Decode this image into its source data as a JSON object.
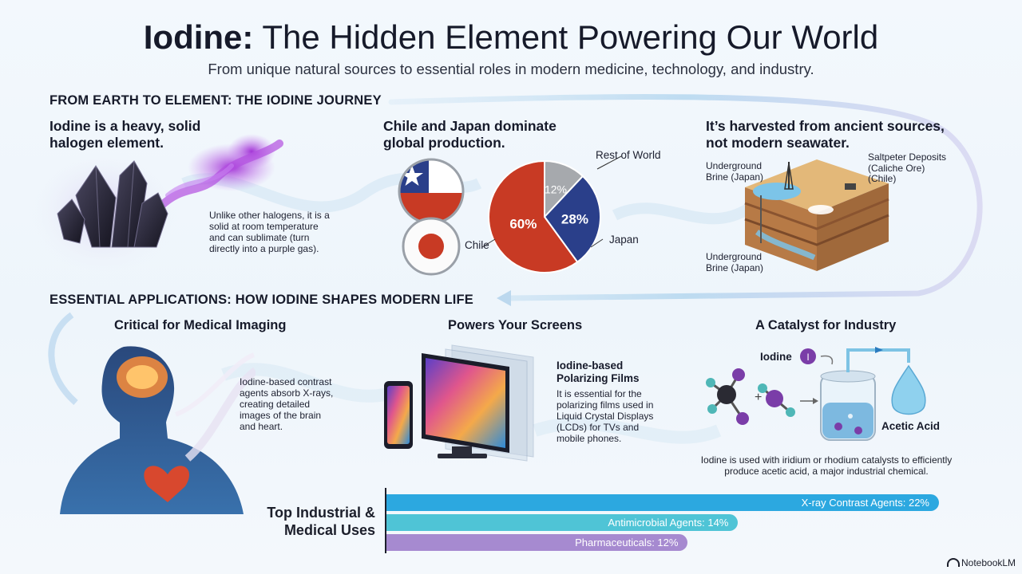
{
  "title": {
    "bold": "Iodine:",
    "rest": " The Hidden Element Powering Our World"
  },
  "subtitle": "From unique natural sources to essential roles in modern medicine, technology, and industry.",
  "journey": {
    "heading": "FROM EARTH TO ELEMENT: THE IODINE JOURNEY",
    "col1": {
      "heading_line1": "Iodine is a heavy, solid",
      "heading_line2": "halogen element.",
      "body": [
        "Unlike other halogens, it is a",
        "solid at room temperature",
        "and can sublimate (turn",
        "directly into a purple gas)."
      ]
    },
    "col2": {
      "heading_line1": "Chile and Japan dominate",
      "heading_line2": "global production.",
      "label_chile": "Chile",
      "label_japan": "Japan",
      "label_row": "Rest of World"
    },
    "col3": {
      "heading_line1": "It’s harvested from ancient sources,",
      "heading_line2": "not modern seawater.",
      "brine_top": [
        "Underground",
        "Brine (Japan)"
      ],
      "saltpeter": [
        "Saltpeter Deposits",
        "(Caliche Ore)",
        "(Chile)"
      ],
      "brine_bottom": [
        "Underground",
        "Brine (Japan)"
      ]
    }
  },
  "applications": {
    "heading": "ESSENTIAL APPLICATIONS: HOW IODINE SHAPES MODERN LIFE",
    "medical": {
      "heading": "Critical for Medical Imaging",
      "body": [
        "Iodine-based contrast",
        "agents absorb X-rays,",
        "creating detailed",
        "images of the brain",
        "and heart."
      ]
    },
    "screens": {
      "heading": "Powers Your Screens",
      "sub_line1": "Iodine-based",
      "sub_line2": "Polarizing Films",
      "body": [
        "It is essential for the",
        "polarizing films used in",
        "Liquid Crystal Displays",
        "(LCDs) for TVs and",
        "mobile phones."
      ]
    },
    "industry": {
      "heading": "A Catalyst for Industry",
      "iodine_label": "Iodine",
      "acetic_label": "Acetic Acid",
      "body_line1": "Iodine is used with iridium or rhodium catalysts to efficiently",
      "body_line2": "produce acetic acid, a major industrial chemical."
    }
  },
  "uses_heading_line1": "Top Industrial &",
  "uses_heading_line2": "Medical Uses",
  "brand": "NotebookLM",
  "colors": {
    "chile_red": "#c83a24",
    "japan_blue": "#2a3f8a",
    "gray": "#a6a9ad",
    "purple": "#8a3fc0",
    "bar1": "#2ca8e0",
    "bar2": "#4fc4d6",
    "bar3": "#a68ad0"
  },
  "chart_data": [
    {
      "type": "pie",
      "categories": [
        "Chile",
        "Japan",
        "Rest of World"
      ],
      "values": [
        60,
        28,
        12
      ],
      "data_labels": [
        "60%",
        "28%",
        "12%"
      ],
      "colors": [
        "#c83a24",
        "#2a3f8a",
        "#a6a9ad"
      ]
    },
    {
      "type": "bar",
      "orientation": "horizontal",
      "categories": [
        "X-ray Contrast Agents",
        "Antimicrobial Agents",
        "Pharmaceuticals"
      ],
      "values": [
        22,
        14,
        12
      ],
      "data_labels": [
        "X-ray Contrast Agents: 22%",
        "Antimicrobial Agents: 14%",
        "Pharmaceuticals: 12%"
      ],
      "colors": [
        "#2ca8e0",
        "#4fc4d6",
        "#a68ad0"
      ]
    }
  ]
}
